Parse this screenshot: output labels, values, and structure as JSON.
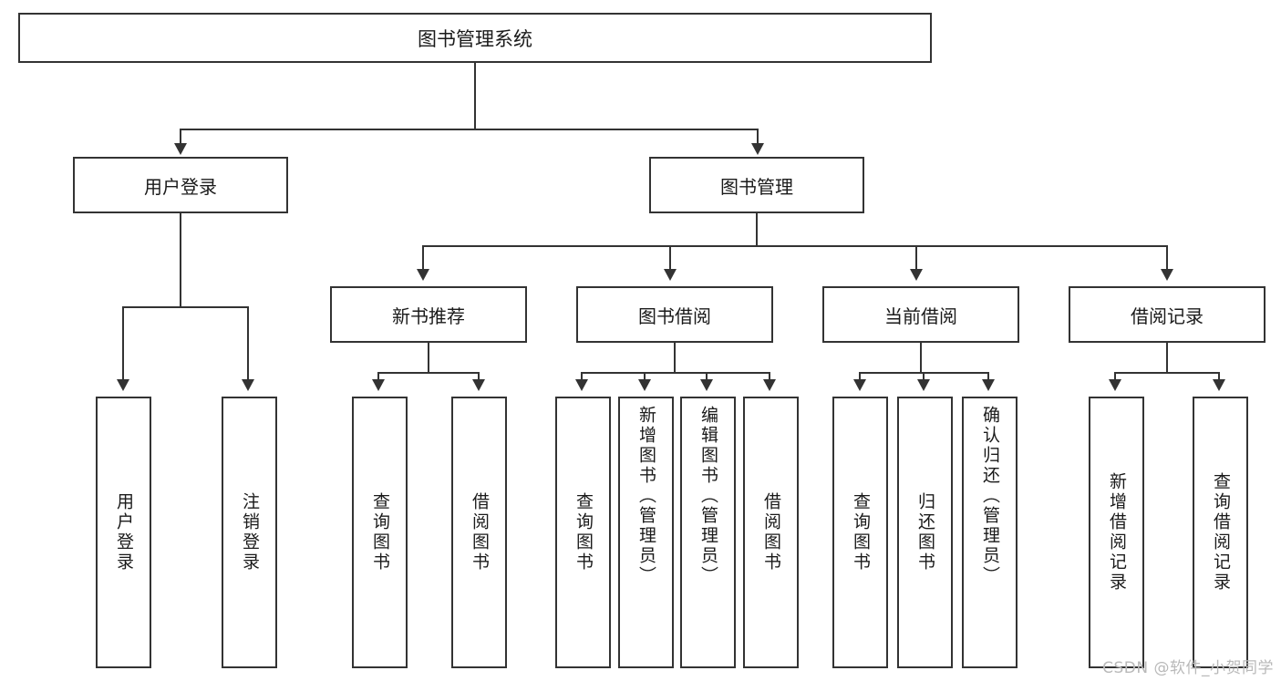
{
  "diagram": {
    "title": "图书管理系统",
    "type": "tree",
    "root": {
      "label": "图书管理系统"
    },
    "level2": [
      {
        "label": "用户登录"
      },
      {
        "label": "图书管理"
      }
    ],
    "level3": [
      {
        "label": "新书推荐"
      },
      {
        "label": "图书借阅"
      },
      {
        "label": "当前借阅"
      },
      {
        "label": "借阅记录"
      }
    ],
    "leaves": {
      "user_login": [
        {
          "label": "用户登录"
        },
        {
          "label": "注销登录"
        }
      ],
      "new_book_recommend": [
        {
          "label": "查询图书"
        },
        {
          "label": "借阅图书"
        }
      ],
      "book_borrow": [
        {
          "label": "查询图书"
        },
        {
          "label": "新增图书（管理员）"
        },
        {
          "label": "编辑图书（管理员）"
        },
        {
          "label": "借阅图书"
        }
      ],
      "current_borrow": [
        {
          "label": "查询图书"
        },
        {
          "label": "归还图书"
        },
        {
          "label": "确认归还（管理员）"
        }
      ],
      "borrow_record": [
        {
          "label": "新增借阅记录"
        },
        {
          "label": "查询借阅记录"
        }
      ]
    }
  },
  "watermark": {
    "text": "CSDN @软件_小贺同学"
  },
  "colors": {
    "background": "#ffffff",
    "border": "#333333",
    "text": "#1a1a1a",
    "watermark": "#b9b9b9"
  }
}
